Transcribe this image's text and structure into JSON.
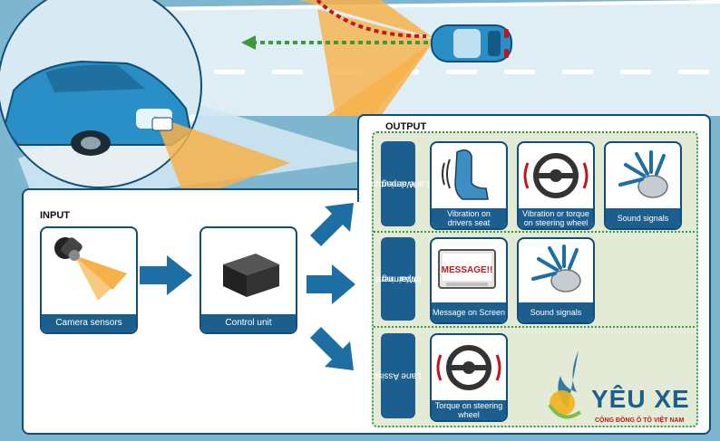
{
  "input": {
    "title": "INPUT",
    "items": [
      {
        "label": "Camera sensors"
      },
      {
        "label": "Control unit"
      }
    ]
  },
  "output": {
    "title": "OUTPUT",
    "rows": [
      {
        "label_line1": "Lane departure",
        "label_line2": "Warning",
        "items": [
          {
            "line1": "Vibration on",
            "line2": "drivers seat"
          },
          {
            "line1": "Vibration or torque",
            "line2": "on steering wheel"
          },
          {
            "line1": "Sound signals",
            "line2": ""
          }
        ]
      },
      {
        "label_line1": "Impairment",
        "label_line2": "Warning",
        "items": [
          {
            "line1": "Message on Screen",
            "line2": ""
          },
          {
            "line1": "Sound signals",
            "line2": ""
          }
        ]
      },
      {
        "label_line1": "Lane Assist",
        "label_line2": "",
        "items": [
          {
            "line1": "Torque on steering",
            "line2": "wheel"
          }
        ]
      }
    ],
    "screen_text": "MESSAGE!!"
  },
  "logo": {
    "brand": "YÊU XE",
    "tagline": "CỘNG ĐỒNG Ô TÔ VIỆT NAM"
  },
  "colors": {
    "sky": "#7eb6cf",
    "road": "#dfeef5",
    "dark_blue": "#1c5f8f",
    "car_blue": "#2a8fc7",
    "beam": "#f6b24a",
    "green_dash": "#3a9a3a",
    "red_dash": "#c0161c",
    "output_bg": "#e3ebd7"
  }
}
